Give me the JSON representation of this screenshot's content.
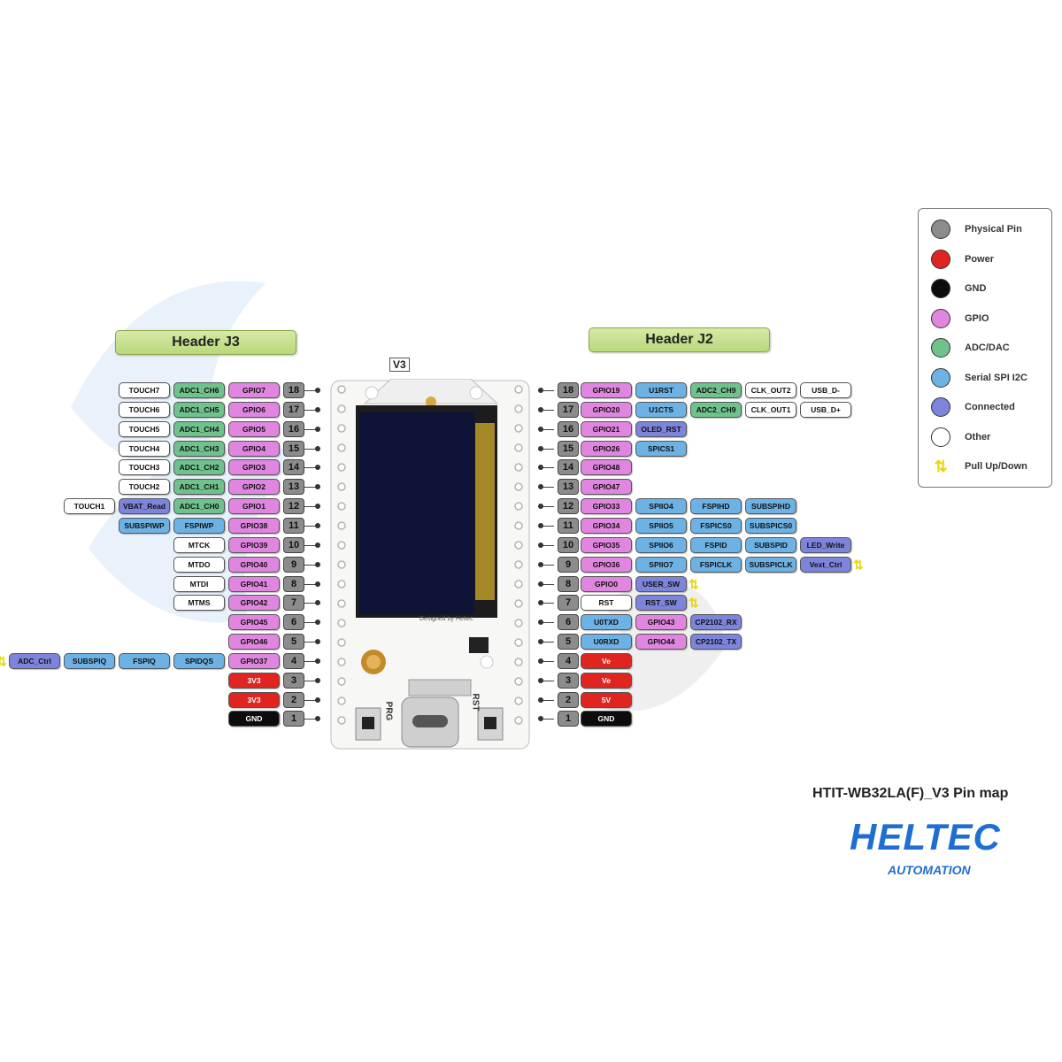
{
  "headers": {
    "j3": "Header J3",
    "j2": "Header J2"
  },
  "board": {
    "antenna_label": "V3",
    "silk_prg": "PRG",
    "silk_rst": "RST",
    "silk_design": "Designed by Heltec"
  },
  "legend": [
    {
      "label": "Physical Pin",
      "color": "#8c8c8c"
    },
    {
      "label": "Power",
      "color": "#e0241f"
    },
    {
      "label": "GND",
      "color": "#0c0c0c"
    },
    {
      "label": "GPIO",
      "color": "#e186e0"
    },
    {
      "label": "ADC/DAC",
      "color": "#6fc28c"
    },
    {
      "label": "Serial SPI I2C",
      "color": "#6db2e4"
    },
    {
      "label": "Connected",
      "color": "#7c84db"
    },
    {
      "label": "Other",
      "color": "#ffffff"
    },
    {
      "label": "Pull Up/Down",
      "color": "arrow",
      "icon": "updown-arrow-icon"
    }
  ],
  "j3_pins": [
    {
      "num": "18",
      "labels": [
        [
          "TOUCH7",
          "other"
        ],
        [
          "ADC1_CH6",
          "adc"
        ],
        [
          "GPIO7",
          "gpio"
        ]
      ]
    },
    {
      "num": "17",
      "labels": [
        [
          "TOUCH6",
          "other"
        ],
        [
          "ADC1_CH5",
          "adc"
        ],
        [
          "GPIO6",
          "gpio"
        ]
      ]
    },
    {
      "num": "16",
      "labels": [
        [
          "TOUCH5",
          "other"
        ],
        [
          "ADC1_CH4",
          "adc"
        ],
        [
          "GPIO5",
          "gpio"
        ]
      ]
    },
    {
      "num": "15",
      "labels": [
        [
          "TOUCH4",
          "other"
        ],
        [
          "ADC1_CH3",
          "adc"
        ],
        [
          "GPIO4",
          "gpio"
        ]
      ]
    },
    {
      "num": "14",
      "labels": [
        [
          "TOUCH3",
          "other"
        ],
        [
          "ADC1_CH2",
          "adc"
        ],
        [
          "GPIO3",
          "gpio"
        ]
      ]
    },
    {
      "num": "13",
      "labels": [
        [
          "TOUCH2",
          "other"
        ],
        [
          "ADC1_CH1",
          "adc"
        ],
        [
          "GPIO2",
          "gpio"
        ]
      ]
    },
    {
      "num": "12",
      "labels": [
        [
          "TOUCH1",
          "other"
        ],
        [
          "VBAT_Read",
          "conn"
        ],
        [
          "ADC1_CH0",
          "adc"
        ],
        [
          "GPIO1",
          "gpio"
        ]
      ]
    },
    {
      "num": "11",
      "labels": [
        [
          "SUBSPIWP",
          "spi"
        ],
        [
          "FSPIWP",
          "spi"
        ],
        [
          "GPIO38",
          "gpio"
        ]
      ]
    },
    {
      "num": "10",
      "labels": [
        [
          "MTCK",
          "other"
        ],
        [
          "GPIO39",
          "gpio"
        ]
      ]
    },
    {
      "num": "9",
      "labels": [
        [
          "MTDO",
          "other"
        ],
        [
          "GPIO40",
          "gpio"
        ]
      ]
    },
    {
      "num": "8",
      "labels": [
        [
          "MTDI",
          "other"
        ],
        [
          "GPIO41",
          "gpio"
        ]
      ]
    },
    {
      "num": "7",
      "labels": [
        [
          "MTMS",
          "other"
        ],
        [
          "GPIO42",
          "gpio"
        ]
      ]
    },
    {
      "num": "6",
      "labels": [
        [
          "GPIO45",
          "gpio"
        ]
      ]
    },
    {
      "num": "5",
      "labels": [
        [
          "GPIO46",
          "gpio"
        ]
      ]
    },
    {
      "num": "4",
      "labels": [
        [
          "ADC_Ctrl",
          "conn"
        ],
        [
          "SUBSPIQ",
          "spi"
        ],
        [
          "FSPIQ",
          "spi"
        ],
        [
          "SPIDQS",
          "spi"
        ],
        [
          "GPIO37",
          "gpio"
        ]
      ],
      "arrow": true
    },
    {
      "num": "3",
      "labels": [
        [
          "3V3",
          "power"
        ]
      ]
    },
    {
      "num": "2",
      "labels": [
        [
          "3V3",
          "power"
        ]
      ]
    },
    {
      "num": "1",
      "labels": [
        [
          "GND",
          "gnd"
        ]
      ]
    }
  ],
  "j2_pins": [
    {
      "num": "18",
      "labels": [
        [
          "GPIO19",
          "gpio"
        ],
        [
          "U1RST",
          "spi"
        ],
        [
          "ADC2_CH9",
          "adc"
        ],
        [
          "CLK_OUT2",
          "other"
        ],
        [
          "USB_D-",
          "other"
        ]
      ]
    },
    {
      "num": "17",
      "labels": [
        [
          "GPIO20",
          "gpio"
        ],
        [
          "U1CTS",
          "spi"
        ],
        [
          "ADC2_CH9",
          "adc"
        ],
        [
          "CLK_OUT1",
          "other"
        ],
        [
          "USB_D+",
          "other"
        ]
      ]
    },
    {
      "num": "16",
      "labels": [
        [
          "GPIO21",
          "gpio"
        ],
        [
          "OLED_RST",
          "conn"
        ]
      ]
    },
    {
      "num": "15",
      "labels": [
        [
          "GPIO26",
          "gpio"
        ],
        [
          "SPICS1",
          "spi"
        ]
      ]
    },
    {
      "num": "14",
      "labels": [
        [
          "GPIO48",
          "gpio"
        ]
      ]
    },
    {
      "num": "13",
      "labels": [
        [
          "GPIO47",
          "gpio"
        ]
      ]
    },
    {
      "num": "12",
      "labels": [
        [
          "GPIO33",
          "gpio"
        ],
        [
          "SPIIO4",
          "spi"
        ],
        [
          "FSPIHD",
          "spi"
        ],
        [
          "SUBSPIHD",
          "spi"
        ]
      ]
    },
    {
      "num": "11",
      "labels": [
        [
          "GPIO34",
          "gpio"
        ],
        [
          "SPIIO5",
          "spi"
        ],
        [
          "FSPICS0",
          "spi"
        ],
        [
          "SUBSPICS0",
          "spi"
        ]
      ]
    },
    {
      "num": "10",
      "labels": [
        [
          "GPIO35",
          "gpio"
        ],
        [
          "SPIIO6",
          "spi"
        ],
        [
          "FSPID",
          "spi"
        ],
        [
          "SUBSPID",
          "spi"
        ],
        [
          "LED_Write",
          "conn"
        ]
      ]
    },
    {
      "num": "9",
      "labels": [
        [
          "GPIO36",
          "gpio"
        ],
        [
          "SPIIO7",
          "spi"
        ],
        [
          "FSPICLK",
          "spi"
        ],
        [
          "SUBSPICLK",
          "spi"
        ],
        [
          "Vext_Ctrl",
          "conn"
        ]
      ],
      "arrow": true
    },
    {
      "num": "8",
      "labels": [
        [
          "GPIO0",
          "gpio"
        ],
        [
          "USER_SW",
          "conn"
        ]
      ],
      "arrow": true
    },
    {
      "num": "7",
      "labels": [
        [
          "RST",
          "other"
        ],
        [
          "RST_SW",
          "conn"
        ]
      ],
      "arrow": true
    },
    {
      "num": "6",
      "labels": [
        [
          "U0TXD",
          "spi"
        ],
        [
          "GPIO43",
          "gpio"
        ],
        [
          "CP2102_RX",
          "conn"
        ]
      ]
    },
    {
      "num": "5",
      "labels": [
        [
          "U0RXD",
          "spi"
        ],
        [
          "GPIO44",
          "gpio"
        ],
        [
          "CP2102_TX",
          "conn"
        ]
      ]
    },
    {
      "num": "4",
      "labels": [
        [
          "Ve",
          "power"
        ]
      ]
    },
    {
      "num": "3",
      "labels": [
        [
          "Ve",
          "power"
        ]
      ]
    },
    {
      "num": "2",
      "labels": [
        [
          "5V",
          "power"
        ]
      ]
    },
    {
      "num": "1",
      "labels": [
        [
          "GND",
          "gnd"
        ]
      ]
    }
  ],
  "title": "HTIT-WB32LA(F)_V3 Pin map",
  "logo": {
    "main": "HELTEC",
    "sub": "AUTOMATION"
  }
}
